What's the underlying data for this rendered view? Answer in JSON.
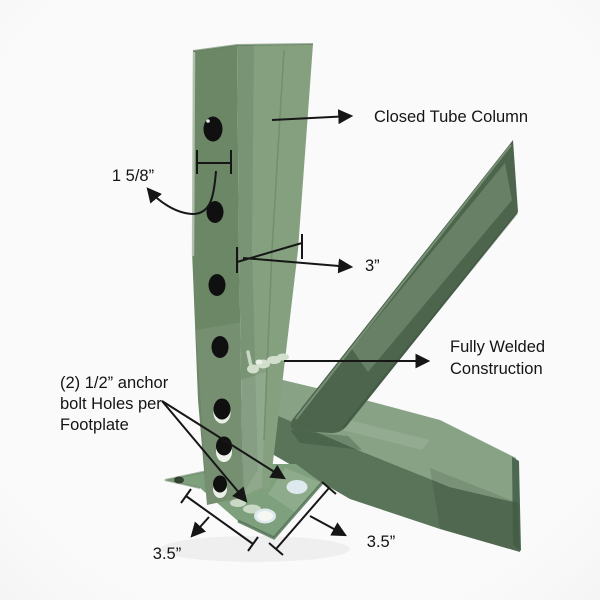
{
  "diagram": {
    "labels": {
      "closed_tube_column": "Closed Tube Column",
      "hole_spacing": "1 5/8”",
      "column_width": "3”",
      "fully_welded_line1": "Fully Welded",
      "fully_welded_line2": "Construction",
      "anchor_holes_line1": "(2) 1/2” anchor",
      "anchor_holes_line2": "bolt Holes per",
      "anchor_holes_line3": "Footplate",
      "footplate_dim_left": "3.5”",
      "footplate_dim_right": "3.5”"
    },
    "colors": {
      "background": "#fafafa",
      "annotation": "#161616",
      "text": "#141414",
      "column_side": "#6b8766",
      "column_front": "#84a07f",
      "hole": "#101010",
      "brace": "#4d654c",
      "arm_top": "#87a285",
      "arm_front": "#5a745a",
      "arm_end": "#4c6850",
      "footplate": "#7fa07c",
      "weld": "#d3dfcd",
      "anchor_hole": "#dde8ef"
    }
  }
}
